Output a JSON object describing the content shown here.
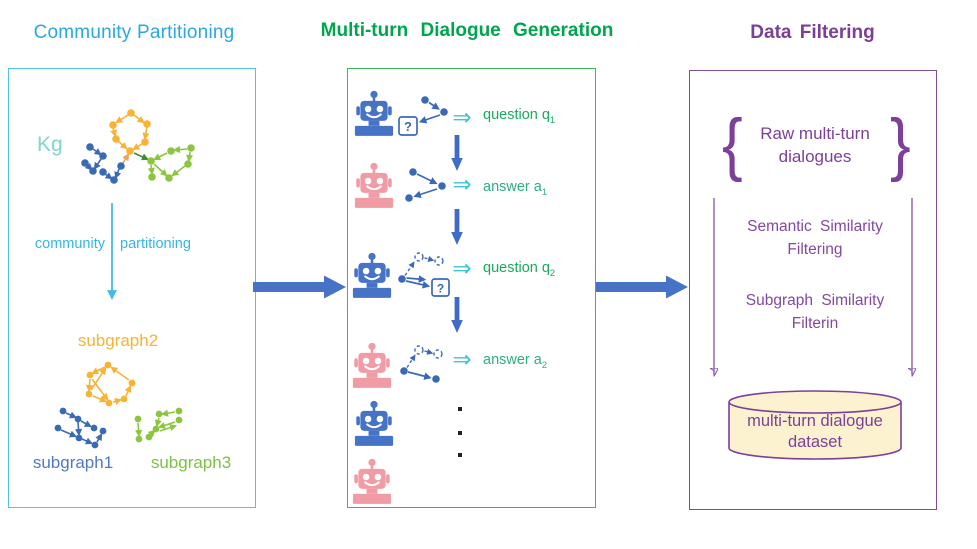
{
  "titles": {
    "left": "Community Partitioning",
    "middle": "Multi-turn Dialogue Generation",
    "right": "Data Filtering"
  },
  "left_panel": {
    "kg_label": "Kg",
    "arrow_label_left": "community",
    "arrow_label_right": "partitioning",
    "subgraph2_label": "subgraph2",
    "subgraph1_label": "subgraph1",
    "subgraph3_label": "subgraph3"
  },
  "middle_panel": {
    "arrow_glyph": "⇒",
    "question_mark": "?",
    "rows": [
      {
        "speaker": "robot-blue",
        "label_prefix": "question q",
        "label_sub": "1"
      },
      {
        "speaker": "robot-pink",
        "label_prefix": "answer a",
        "label_sub": "1"
      },
      {
        "speaker": "robot-blue",
        "label_prefix": "question q",
        "label_sub": "2"
      },
      {
        "speaker": "robot-pink",
        "label_prefix": "answer a",
        "label_sub": "2"
      }
    ]
  },
  "right_panel": {
    "brace_left": "{",
    "brace_right": "}",
    "raw_line1": "Raw multi-turn",
    "raw_line2": "dialogues",
    "filter1_line1": "Semantic Similarity",
    "filter1_line2": "Filtering",
    "filter2_line1": "Subgraph Similarity",
    "filter2_line2": "Filterin",
    "dataset_line1": "multi-turn dialogue",
    "dataset_line2": "dataset"
  },
  "colors": {
    "cyan_title": "#29a8e0",
    "cyan_border": "#4fc3ea",
    "green_title": "#00a64e",
    "green_border": "#3cb860",
    "purple": "#7d3f98",
    "robot_blue": "#4673c5",
    "robot_pink": "#f19ba5",
    "kg_yellow": "#f9b233",
    "kg_blue": "#3a6ab5",
    "kg_green": "#8cc63f",
    "kg_label_teal": "#7fd6c9",
    "question_green": "#17ab5f",
    "answer_green": "#2fae7e",
    "double_arrow_cyan": "#3ec6d0",
    "flow_arrow_blue": "#4673c5",
    "dataset_fill": "#fcf2d0"
  }
}
